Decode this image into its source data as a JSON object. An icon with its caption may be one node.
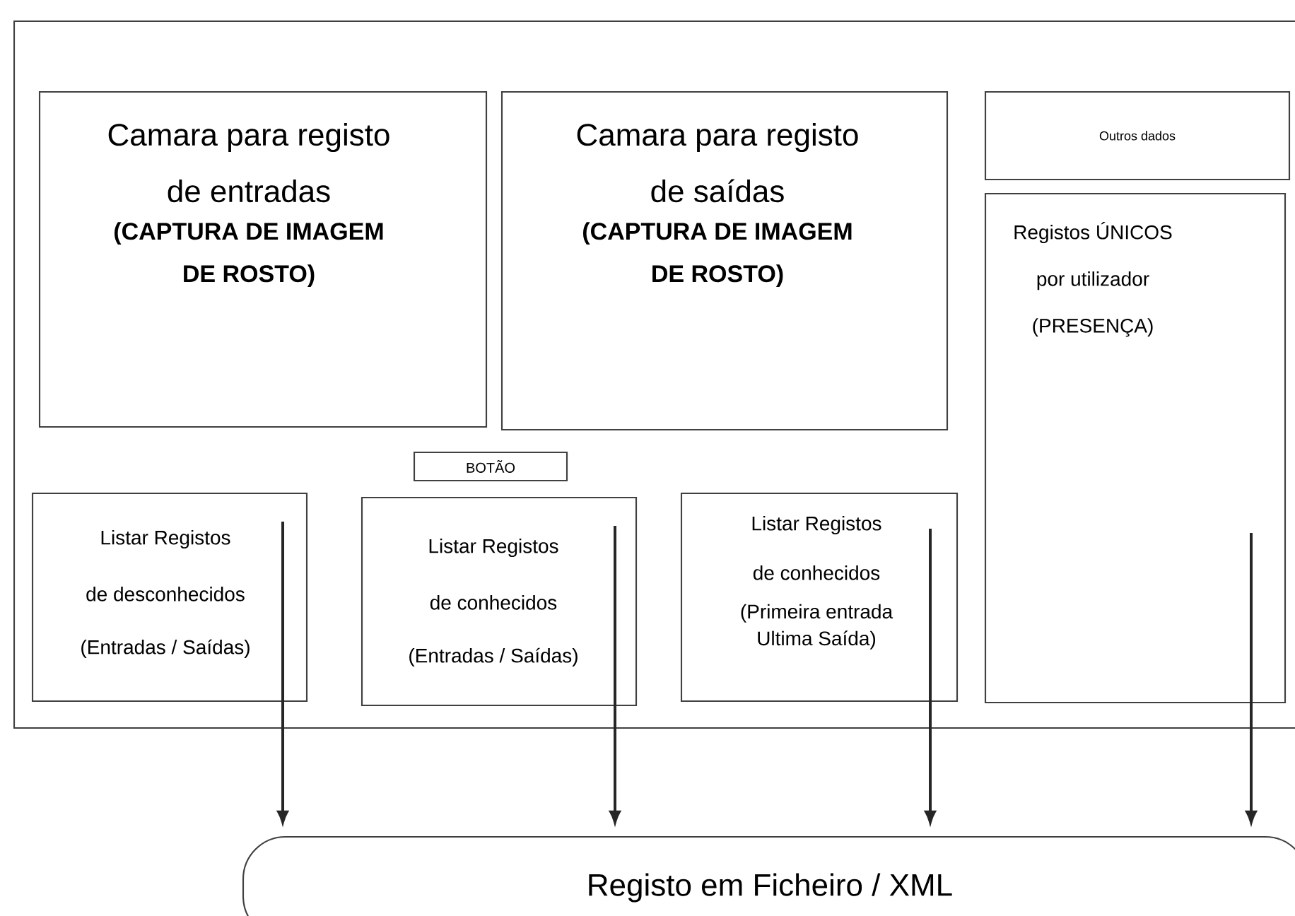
{
  "diagram": {
    "nodes": [
      {
        "text": [],
        "shape": "box"
      },
      {
        "text": [
          "Camara para registo de entradas",
          "(CAPTURA DE IMAGEM DE ROSTO)"
        ],
        "in": 0
      },
      {
        "text": [
          "Camara para registo de saídas",
          "(CAPTURA DE IMAGEM DE ROSTO)"
        ],
        "in": 0
      },
      {
        "text": [
          "Outros dados"
        ],
        "in": 0
      },
      {
        "text": [
          "Registos ÚNICOS",
          "por utilizador",
          "(PRESENÇA)"
        ],
        "in": 0
      },
      {
        "text": [
          "BOTÃO"
        ],
        "in": 0
      },
      {
        "text": [
          "Listar Registos",
          "de desconhecidos",
          "(Entradas / Saídas)"
        ],
        "in": 0
      },
      {
        "text": [
          "Listar Registos",
          "de conhecidos",
          "(Entradas / Saídas)"
        ],
        "in": 0
      },
      {
        "text": [
          "Listar Registos",
          "de conhecidos",
          "(Primeira entrada Ultima Saída)"
        ],
        "in": 0
      },
      {
        "text": [
          "Registo em Ficheiro / XML"
        ]
      }
    ],
    "edges": [
      {
        "from": 6,
        "to": 9,
        "arrow": "to"
      },
      {
        "from": 7,
        "to": 9,
        "arrow": "to"
      },
      {
        "from": 8,
        "to": 9,
        "arrow": "to"
      },
      {
        "from": 4,
        "to": 9,
        "arrow": "to"
      }
    ]
  }
}
